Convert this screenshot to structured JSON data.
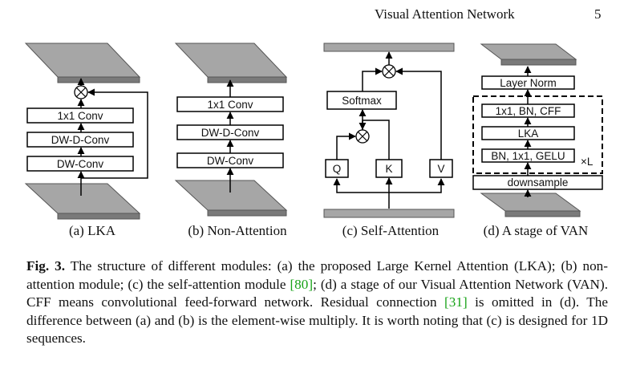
{
  "header": {
    "title": "Visual Attention Network",
    "page_number": "5"
  },
  "panels": {
    "lka": {
      "caption": "(a) LKA",
      "boxes": [
        "1x1 Conv",
        "DW-D-Conv",
        "DW-Conv"
      ],
      "multiply_symbol": "⊗"
    },
    "non_attention": {
      "caption": "(b) Non-Attention",
      "boxes": [
        "1x1 Conv",
        "DW-D-Conv",
        "DW-Conv"
      ]
    },
    "self_attention": {
      "caption": "(c) Self-Attention",
      "softmax": "Softmax",
      "q": "Q",
      "k": "K",
      "v": "V"
    },
    "van_stage": {
      "caption": "(d) A stage of VAN",
      "layer_norm": "Layer Norm",
      "cff_box": "1x1, BN, CFF",
      "lka_box": "LKA",
      "bn_box": "BN, 1x1, GELU",
      "repeat": "×L",
      "downsample": "downsample"
    }
  },
  "caption": {
    "label": "Fig. 3.",
    "text_1": " The structure of different modules: (a) the proposed Large Kernel Attention (LKA); (b) non-attention module; (c) the self-attention module ",
    "ref_1": "[80]",
    "text_2": "; (d) a stage of our Visual Attention Network (VAN). CFF means convolutional feed-forward network. Residual connection ",
    "ref_2": "[31]",
    "text_3": " is omitted in (d). The difference between (a) and (b) is the element-wise multiply. It is worth noting that (c) is designed for 1D sequences."
  }
}
